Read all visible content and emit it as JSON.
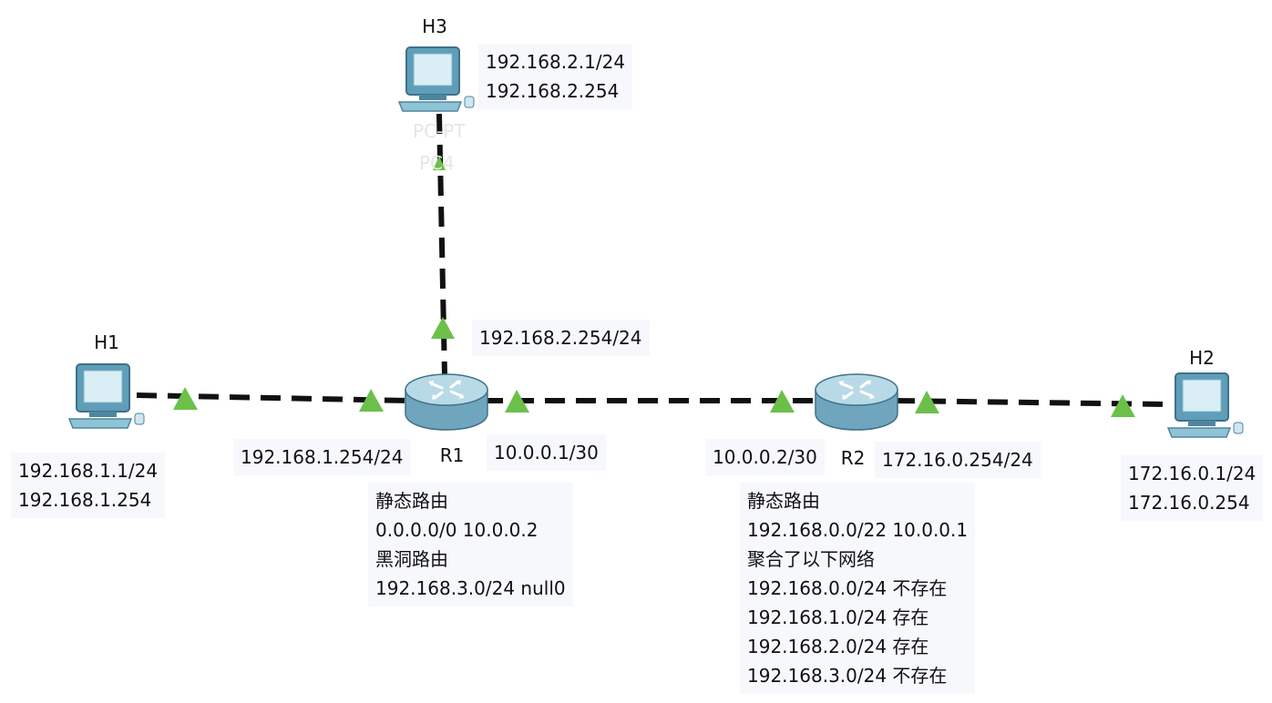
{
  "colors": {
    "link": "#111111",
    "port_indicator": "#6cc04a",
    "info_bg": "#f7f8fc"
  },
  "hosts": {
    "h1": {
      "name": "H1",
      "ip": "192.168.1.1/24",
      "gateway": "192.168.1.254",
      "icon": "pc-icon"
    },
    "h2": {
      "name": "H2",
      "ip": "172.16.0.1/24",
      "gateway": "172.16.0.254",
      "icon": "pc-icon"
    },
    "h3": {
      "name": "H3",
      "ip": "192.168.2.1/24",
      "gateway": "192.168.2.254",
      "icon": "pc-icon",
      "model_caption": "PC-PT",
      "device_caption": "PC4"
    }
  },
  "routers": {
    "r1": {
      "name": "R1",
      "icon": "router-icon",
      "if_left": "192.168.1.254/24",
      "if_top": "192.168.2.254/24",
      "if_right": "10.0.0.1/30",
      "routes": [
        "静态路由",
        "0.0.0.0/0  10.0.0.2",
        "黑洞路由",
        "192.168.3.0/24  null0"
      ]
    },
    "r2": {
      "name": "R2",
      "icon": "router-icon",
      "if_left": "10.0.0.2/30",
      "if_right": "172.16.0.254/24",
      "routes": [
        "静态路由",
        "192.168.0.0/22  10.0.0.1",
        "聚合了以下网络",
        "192.168.0.0/24  不存在",
        "192.168.1.0/24  存在",
        "192.168.2.0/24  存在",
        "192.168.3.0/24  不存在"
      ]
    }
  }
}
